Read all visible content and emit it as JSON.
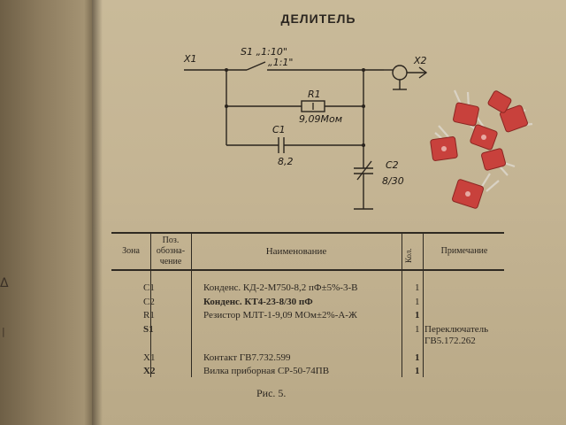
{
  "title": "ДЕЛИТЕЛЬ",
  "schematic": {
    "x1": "X1",
    "switch_label": "S1 „1:10\"",
    "switch_pos2": "„1:1\"",
    "x2": "X2",
    "r1_name": "R1",
    "r1_value": "9,09Mом",
    "c1_name": "C1",
    "c1_value": "8,2",
    "c2_name": "C2",
    "c2_value": "8/30"
  },
  "table": {
    "headers": {
      "zone": "Зона",
      "pos": "Поз. обозна- чение",
      "name": "Наименование",
      "qty": "Кол.",
      "note": "Примечание"
    },
    "rows": [
      {
        "pos": "C1",
        "name": "Конденс. КД-2-М750-8,2 пФ±5%-3-В",
        "qty": "1",
        "note": ""
      },
      {
        "pos": "C2",
        "name": "Конденс. КТ4-23-8/30 пФ",
        "qty": "1",
        "note": ""
      },
      {
        "pos": "R1",
        "name": "Резистор МЛТ-1-9,09 МОм±2%-А-Ж",
        "qty": "1",
        "note": ""
      },
      {
        "pos": "S1",
        "name": "",
        "qty": "1",
        "note": "Переключатель ГВ5.172.262"
      },
      {
        "pos": "X1",
        "name": "Контакт ГВ7.732.599",
        "qty": "1",
        "note": ""
      },
      {
        "pos": "X2",
        "name": "Вилка приборная СР-50-74ПВ",
        "qty": "1",
        "note": ""
      }
    ]
  },
  "caption": "Рис. 5."
}
